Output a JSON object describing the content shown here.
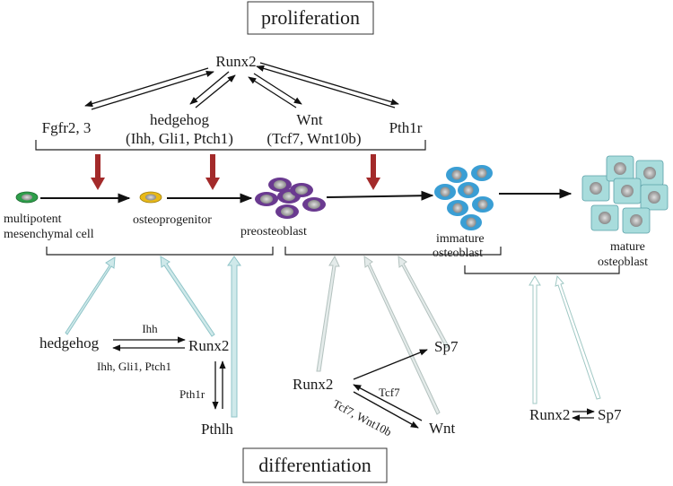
{
  "header": {
    "top_box": "proliferation",
    "bottom_box": "differentiation"
  },
  "proliferation": {
    "center": "Runx2",
    "factors": {
      "fgfr": "Fgfr2, 3",
      "hedgehog": "hedgehog",
      "hedgehog_detail": "(Ihh, Gli1, Ptch1)",
      "wnt": "Wnt",
      "wnt_detail": "(Tcf7, Wnt10b)",
      "pth1r": "Pth1r"
    }
  },
  "stages": {
    "msc_line1": "multipotent",
    "msc_line2": "mesenchymal cell",
    "osteoprogenitor": "osteoprogenitor",
    "preosteoblast": "preosteoblast",
    "immature_line1": "immature",
    "immature_line2": "osteoblast",
    "mature_line1": "mature",
    "mature_line2": "osteoblast"
  },
  "differentiation": {
    "left": {
      "hedgehog": "hedgehog",
      "ihh": "Ihh",
      "runx2": "Runx2",
      "ihh_gli_ptch": "Ihh, Gli1, Ptch1",
      "pth1r": "Pth1r",
      "pthlh": "Pthlh"
    },
    "middle": {
      "runx2": "Runx2",
      "sp7": "Sp7",
      "tcf7": "Tcf7",
      "tcf7_wnt10b": "Tcf7, Wnt10b",
      "wnt": "Wnt"
    },
    "right": {
      "runx2": "Runx2",
      "sp7": "Sp7"
    }
  },
  "colors": {
    "red_arrow": "#a32a2a",
    "teal_arrow": "#a9d4d8",
    "gray_arrow": "#d9e3e1",
    "green_cell": "#2e9e4a",
    "yellow_cell": "#e8b918",
    "purple_cell": "#6a3a90",
    "blue_cell": "#3a9ed4",
    "mature_cell": "#a8dcdc"
  }
}
